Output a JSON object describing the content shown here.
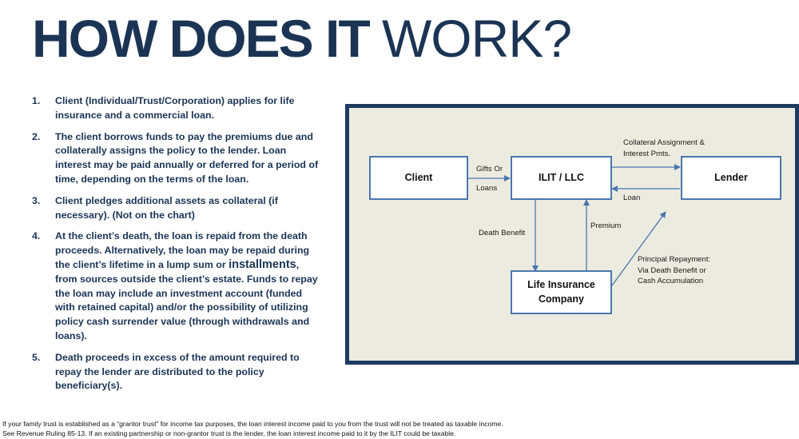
{
  "title": {
    "bold_part": "HOW DOES IT",
    "light_part": "WORK?"
  },
  "steps": [
    {
      "number": "1.",
      "text": "Client (Individual/Trust/Corporation) applies for life insurance and a commercial loan."
    },
    {
      "number": "2.",
      "text": "The  client borrows funds to pay the premiums due and collaterally assigns the policy to the lender.  Loan interest may be paid annually or deferred for a period of time, depending on the terms of the loan."
    },
    {
      "number": "3.",
      "text": "Client pledges additional assets as collateral (if necessary). (Not on the chart)"
    },
    {
      "number": "4.",
      "text_before": "At the client’s death, the loan is repaid from the death proceeds.  Alternatively, the loan may be repaid during the client’s lifetime in a lump sum or ",
      "text_emphasis": "installments",
      "text_after": ", from sources outside the client’s estate.  Funds to repay the loan may include an investment account (funded with retained capital) and/or the possibility of utilizing policy cash surrender value (through withdrawals and loans)."
    },
    {
      "number": "5.",
      "text": "Death proceeds in excess of the amount required to repay the lender are distributed to the policy beneficiary(s)."
    }
  ],
  "diagram": {
    "nodes": {
      "client": "Client",
      "ilit": "ILIT / LLC",
      "lender": "Lender",
      "life_insurance_line1": "Life Insurance",
      "life_insurance_line2": "Company"
    },
    "labels": {
      "gifts_or": "Gifts Or",
      "loans": "Loans",
      "collateral_line1": "Collateral Assignment &",
      "collateral_line2": "Interest Pmts.",
      "loan": "Loan",
      "death_benefit": "Death Benefit",
      "premium": "Premium",
      "principal_line1": "Principal Repayment:",
      "principal_line2": "Via Death Benefit or",
      "principal_line3": "Cash Accumulation"
    }
  },
  "footnote": {
    "line1": "If your family trust is established as a “grantor trust” for income tax purposes, the loan interest income paid to you from the trust will not be treated as taxable income.",
    "line2": "See Revenue Ruling 85-13.  If an existing partnership or non-grantor trust is the lender, the loan interest income paid to it by the ILIT could be taxable."
  },
  "colors": {
    "navy": "#1b3454",
    "frame": "#1d3a5f",
    "panel": "#ecebe0",
    "box_border": "#4a76ad",
    "arrow": "#4a76ad"
  }
}
